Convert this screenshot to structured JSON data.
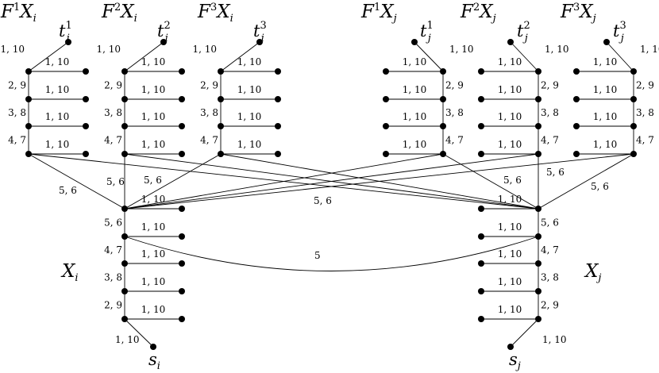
{
  "titles": {
    "F1Xi": {
      "prefix": "F",
      "sup": "1",
      "body": "X",
      "sub": "i"
    },
    "F2Xi": {
      "prefix": "F",
      "sup": "2",
      "body": "X",
      "sub": "i"
    },
    "F3Xi": {
      "prefix": "F",
      "sup": "3",
      "body": "X",
      "sub": "i"
    },
    "F1Xj": {
      "prefix": "F",
      "sup": "1",
      "body": "X",
      "sub": "j"
    },
    "F2Xj": {
      "prefix": "F",
      "sup": "2",
      "body": "X",
      "sub": "j"
    },
    "F3Xj": {
      "prefix": "F",
      "sup": "3",
      "body": "X",
      "sub": "j"
    },
    "Xi": {
      "body": "X",
      "sub": "i"
    },
    "Xj": {
      "body": "X",
      "sub": "j"
    }
  },
  "terminals": {
    "t1i": {
      "body": "t",
      "sup": "1",
      "sub": "i"
    },
    "t2i": {
      "body": "t",
      "sup": "2",
      "sub": "i"
    },
    "t3i": {
      "body": "t",
      "sup": "3",
      "sub": "i"
    },
    "t1j": {
      "body": "t",
      "sup": "1",
      "sub": "j"
    },
    "t2j": {
      "body": "t",
      "sup": "2",
      "sub": "j"
    },
    "t3j": {
      "body": "t",
      "sup": "3",
      "sub": "j"
    },
    "si": {
      "body": "s",
      "sub": "i"
    },
    "sj": {
      "body": "s",
      "sub": "j"
    }
  },
  "edge_labels": {
    "w110": "1, 10",
    "w29": "2, 9",
    "w38": "3, 8",
    "w47": "4, 7",
    "w56": "5, 6",
    "w5": "5"
  }
}
